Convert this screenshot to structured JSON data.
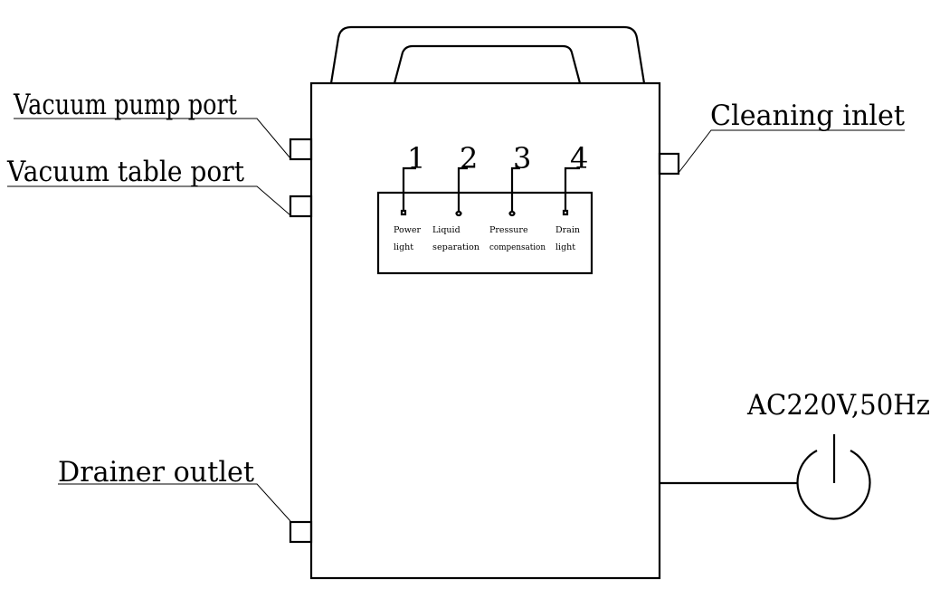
{
  "diagram": {
    "colors": {
      "line": "#000000",
      "background": "#ffffff"
    },
    "callouts": {
      "vacuum_pump_port": "Vacuum pump port",
      "vacuum_table_port": "Vacuum table port",
      "cleaning_inlet": "Cleaning inlet",
      "drainer_outlet": "Drainer outlet",
      "power_supply": "AC220V,50Hz"
    },
    "panel_indicators": [
      {
        "number": "1",
        "line1": "Power",
        "line2": "light"
      },
      {
        "number": "2",
        "line1": "Liquid",
        "line2": "separation"
      },
      {
        "number": "3",
        "line1": "Pressure",
        "line2": "compensation"
      },
      {
        "number": "4",
        "line1": "Drain",
        "line2": "light"
      }
    ],
    "icons": [
      "power-icon",
      "port-icon",
      "indicator-light-icon",
      "handle-icon"
    ]
  }
}
